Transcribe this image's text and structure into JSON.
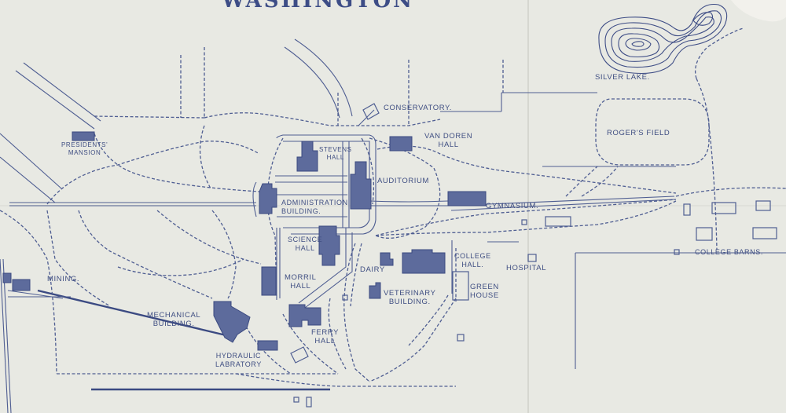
{
  "map": {
    "title": "WASHINGTON",
    "labels": {
      "conservatory": "CONSERVATORY.",
      "silver_lake": "SILVER LAKE.",
      "rogers_field": "ROGER'S FIELD",
      "presidents_mansion": "PRESIDENTS'\nMANSION",
      "stevens_hall": "STEVENS\nHALL",
      "van_doren_hall": "VAN DOREN\nHALL",
      "auditorium": "AUDITORIUM",
      "administration_building": "ADMINISTRATION\nBUILDING.",
      "gymnasium": "GYMNASIUM.",
      "science_hall": "SCIENCE\nHALL",
      "college_barns": "COLLEGE BARNS.",
      "college_hall": "COLLEGE\nHALL.",
      "hospital": "HOSPITAL",
      "dairy": "DAIRY",
      "mining": "MINING.",
      "morril_hall": "MORRIL\nHALL",
      "veterinary_building": "VETERINARY\nBUILDING.",
      "green_house": "GREEN\nHOUSE",
      "mechanical_building": "MECHANICAL\nBUILDING.",
      "ferry_hall": "FERRY\nHALL",
      "hydraulic_laboratory": "HYDRAULIC\nLABRATORY"
    },
    "colors": {
      "paper": "#e8e9e3",
      "ink": "#3f4e82",
      "building_fill": "#5d6b9c"
    }
  }
}
